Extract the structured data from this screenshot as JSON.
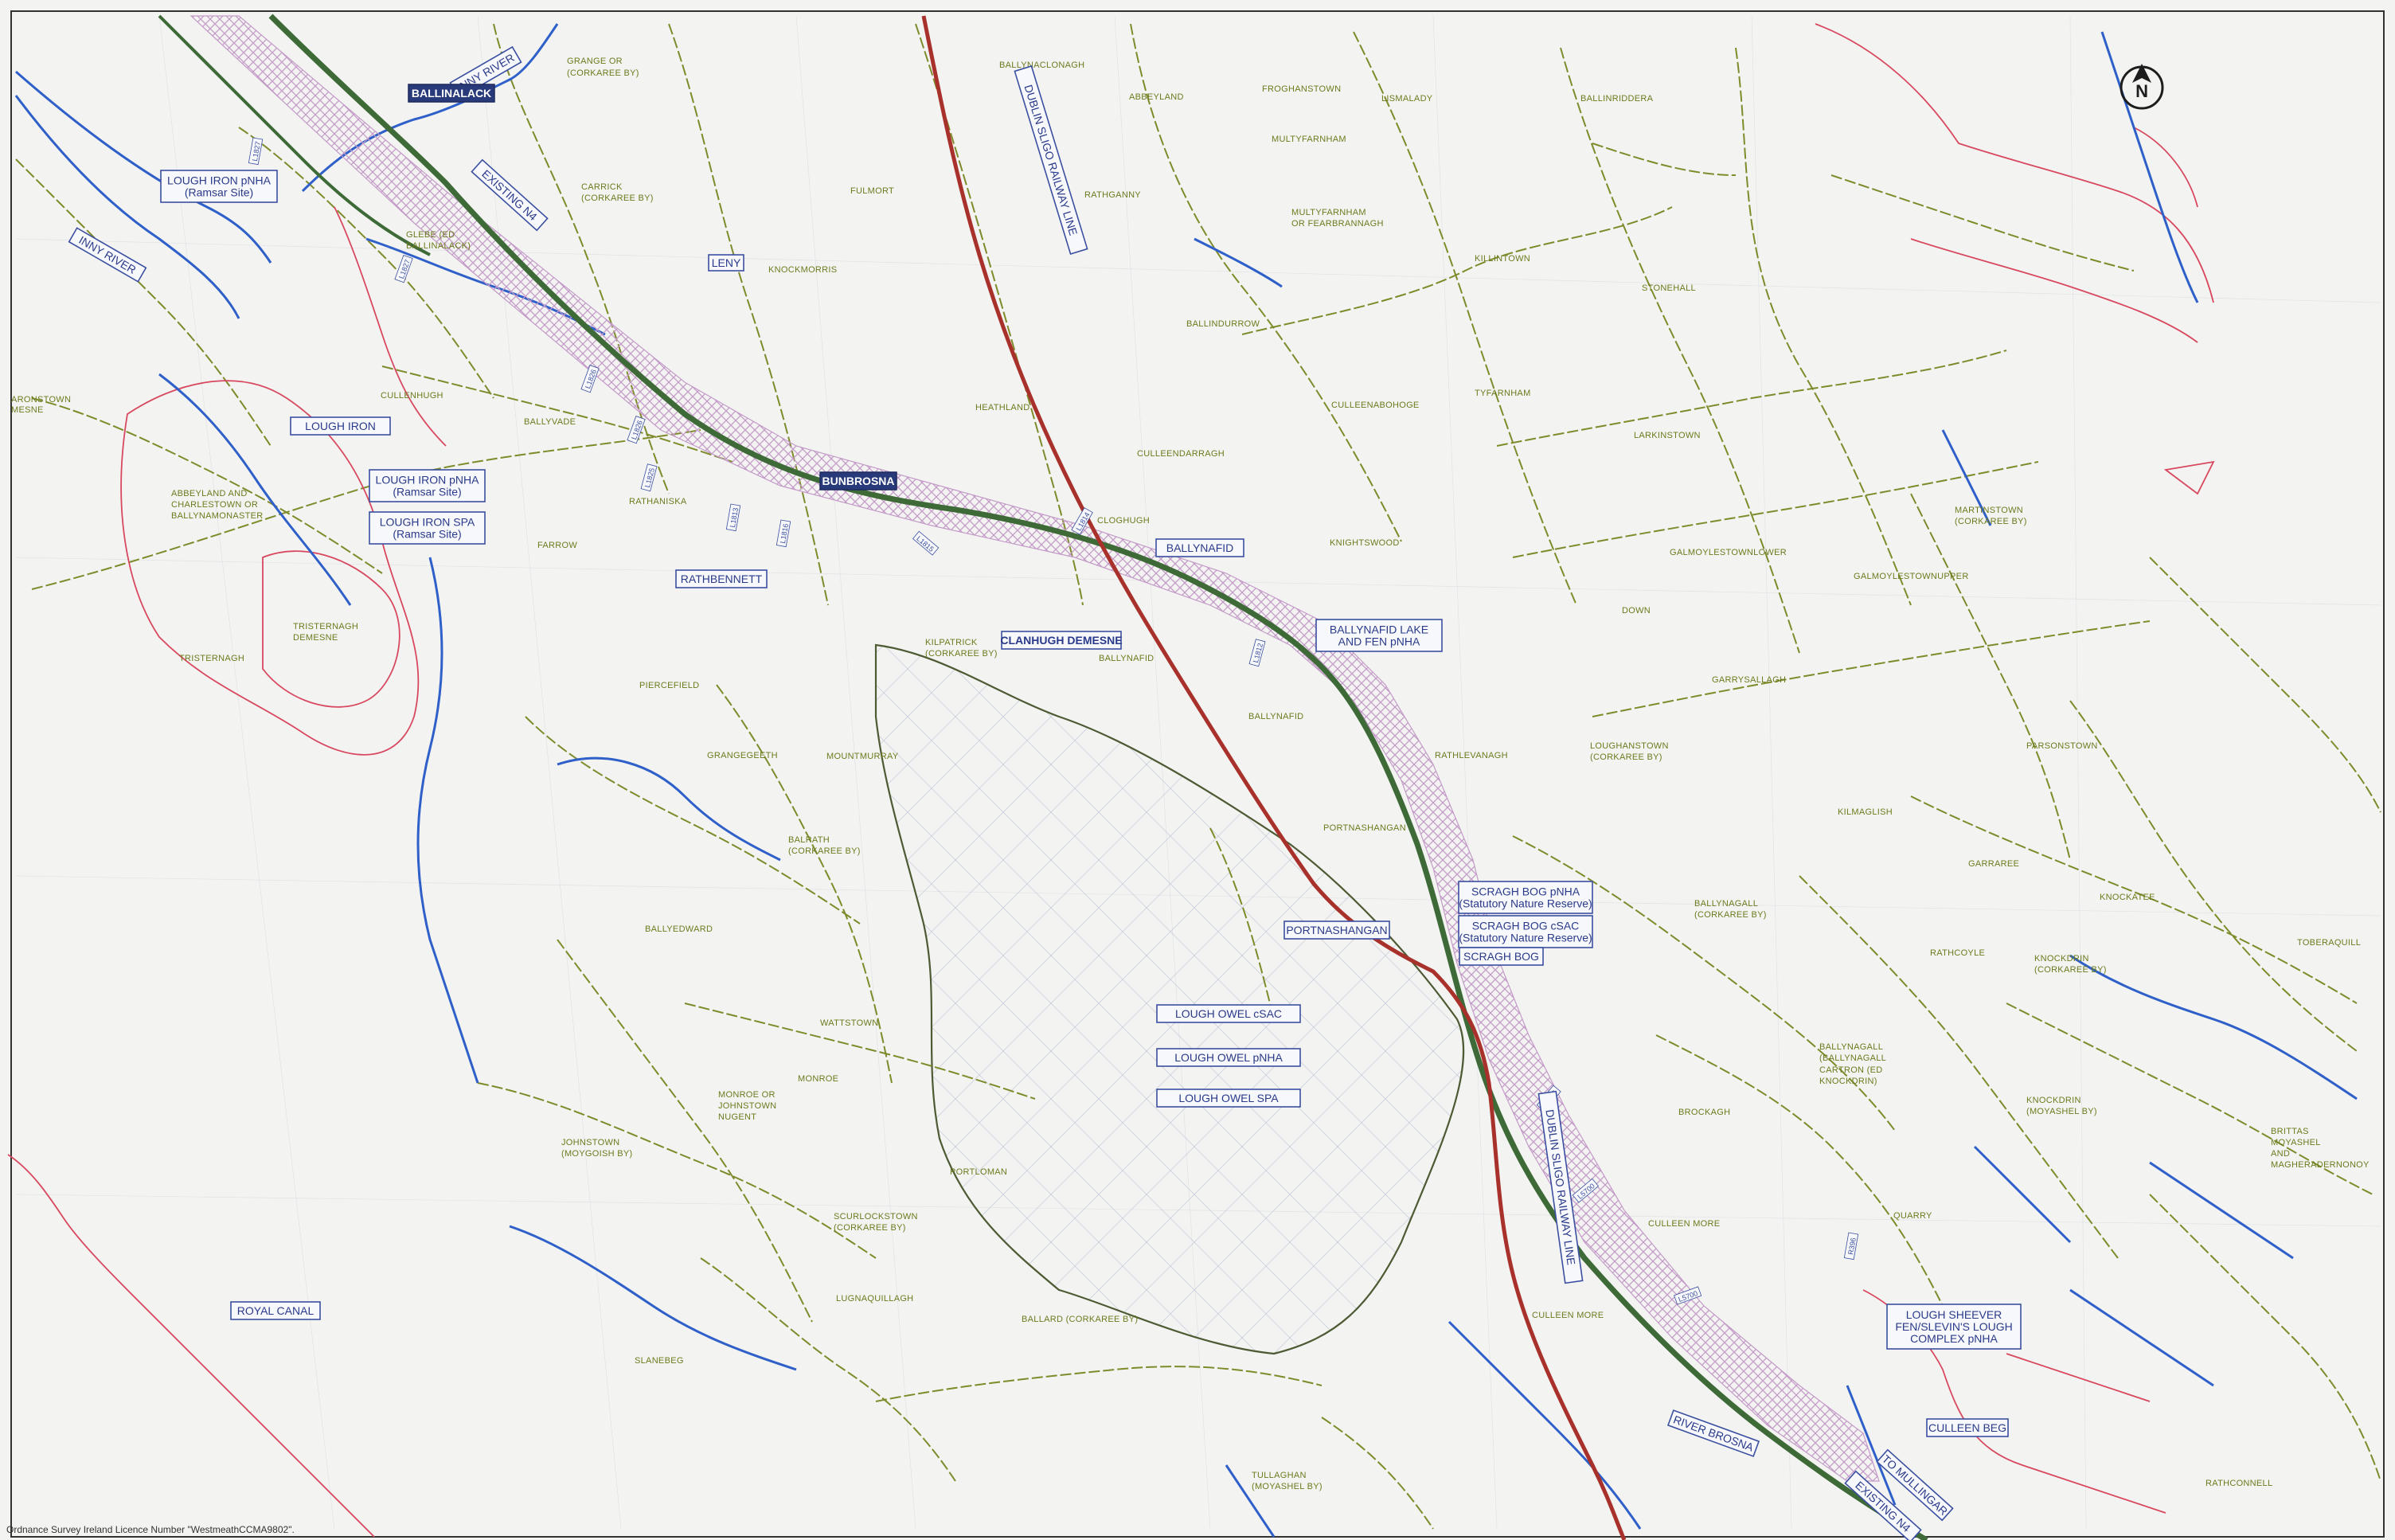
{
  "map": {
    "licence": "Ordnance Survey Ireland Licence Number \"WestmeathCCMA9802\".",
    "colors": {
      "townland_boundary": "#7f8a2a",
      "river": "#2f5fc8",
      "designation_boundary": "#d8485f",
      "railway": "#a8312b",
      "road_corridor": "#3d6a36",
      "hatch": "#c49ac8",
      "label_box": "#3b4fa0"
    },
    "north_label": "N",
    "townlands": [
      {
        "id": "grange",
        "text": "GRANGE OR"
      },
      {
        "id": "grange2",
        "text": "(CORKAREE BY)"
      },
      {
        "id": "ballynaclonagh",
        "text": "BALLYNACLONAGH"
      },
      {
        "id": "abbeyland",
        "text": "ABBEYLAND"
      },
      {
        "id": "froghanstown",
        "text": "FROGHANSTOWN"
      },
      {
        "id": "lismalady",
        "text": "LISMALADY"
      },
      {
        "id": "ballinriddera",
        "text": "BALLINRIDDERA"
      },
      {
        "id": "multyfarnham",
        "text": "MULTYFARNHAM"
      },
      {
        "id": "carrick",
        "text": "CARRICK"
      },
      {
        "id": "carrick2",
        "text": "(CORKAREE BY)"
      },
      {
        "id": "fulmort",
        "text": "FULMORT"
      },
      {
        "id": "rathganny",
        "text": "RATHGANNY"
      },
      {
        "id": "multyfear",
        "text": "MULTYFARNHAM"
      },
      {
        "id": "multyfear2",
        "text": "OR FEARBRANNAGH"
      },
      {
        "id": "glebe",
        "text": "GLEBE (ED"
      },
      {
        "id": "glebe2",
        "text": "BALLINALACK)"
      },
      {
        "id": "knockmorris",
        "text": "KNOCKMORRIS"
      },
      {
        "id": "killintown",
        "text": "KILLINTOWN"
      },
      {
        "id": "stonehall",
        "text": "STONEHALL"
      },
      {
        "id": "ballindurrow",
        "text": "BALLINDURROW"
      },
      {
        "id": "aronstown",
        "text": "ARONSTOWN"
      },
      {
        "id": "aronstown2",
        "text": "MESNE"
      },
      {
        "id": "cullenhugh",
        "text": "CULLENHUGH"
      },
      {
        "id": "heathland",
        "text": "HEATHLAND"
      },
      {
        "id": "culleenabohoge",
        "text": "CULLEENABOHOGE"
      },
      {
        "id": "tyfarnham",
        "text": "TYFARNHAM"
      },
      {
        "id": "ballyvade",
        "text": "BALLYVADE"
      },
      {
        "id": "larkinstown",
        "text": "LARKINSTOWN"
      },
      {
        "id": "culleendarragh",
        "text": "CULLEENDARRAGH"
      },
      {
        "id": "abbeyland2",
        "text": "ABBEYLAND AND"
      },
      {
        "id": "abbeyland3",
        "text": "CHARLESTOWN OR"
      },
      {
        "id": "abbeyland4",
        "text": "BALLYNAMONASTER"
      },
      {
        "id": "rathaniska",
        "text": "RATHANISKA"
      },
      {
        "id": "cloghugh",
        "text": "CLOGHUGH"
      },
      {
        "id": "martinstown",
        "text": "MARTINSTOWN"
      },
      {
        "id": "martinstown2",
        "text": "(CORKAREE BY)"
      },
      {
        "id": "farrow",
        "text": "FARROW"
      },
      {
        "id": "knightswood",
        "text": "KNIGHTSWOOD"
      },
      {
        "id": "galmoylower",
        "text": "GALMOYLESTOWNLOWER"
      },
      {
        "id": "galmoyupper",
        "text": "GALMOYLESTOWNUPPER"
      },
      {
        "id": "tristernagh",
        "text": "TRISTERNAGH"
      },
      {
        "id": "tristernagh2",
        "text": "DEMESNE"
      },
      {
        "id": "down",
        "text": "DOWN"
      },
      {
        "id": "tristernagh3",
        "text": "TRISTERNAGH"
      },
      {
        "id": "kilpatrick",
        "text": "KILPATRICK"
      },
      {
        "id": "kilpatrick2",
        "text": "(CORKAREE BY)"
      },
      {
        "id": "ballynafid1",
        "text": "BALLYNAFID"
      },
      {
        "id": "garrysallagh",
        "text": "GARRYSALLAGH"
      },
      {
        "id": "piercefield",
        "text": "PIERCEFIELD"
      },
      {
        "id": "ballynafid2",
        "text": "BALLYNAFID"
      },
      {
        "id": "rathlevanagh",
        "text": "RATHLEVANAGH"
      },
      {
        "id": "loughanstown",
        "text": "LOUGHANSTOWN"
      },
      {
        "id": "loughanstown2",
        "text": "(CORKAREE BY)"
      },
      {
        "id": "parsonstown",
        "text": "PARSONSTOWN"
      },
      {
        "id": "grangegeeth",
        "text": "GRANGEGEETH"
      },
      {
        "id": "mountmurray",
        "text": "MOUNTMURRAY"
      },
      {
        "id": "kilmaglish",
        "text": "KILMAGLISH"
      },
      {
        "id": "portnashangan",
        "text": "PORTNASHANGAN"
      },
      {
        "id": "balrath",
        "text": "BALRATH"
      },
      {
        "id": "balrath2",
        "text": "(CORKAREE BY)"
      },
      {
        "id": "garraree",
        "text": "GARRAREE"
      },
      {
        "id": "ballyedward",
        "text": "BALLYEDWARD"
      },
      {
        "id": "ballynagall",
        "text": "BALLYNAGALL"
      },
      {
        "id": "ballynagall2",
        "text": "(CORKAREE BY)"
      },
      {
        "id": "knockatee",
        "text": "KNOCKATEE"
      },
      {
        "id": "toberaquill",
        "text": "TOBERAQUILL"
      },
      {
        "id": "rathcoyle",
        "text": "RATHCOYLE"
      },
      {
        "id": "knockdrin",
        "text": "KNOCKDRIN"
      },
      {
        "id": "knockdrin2",
        "text": "(CORKAREE BY)"
      },
      {
        "id": "wattstown",
        "text": "WATTSTOWN"
      },
      {
        "id": "monroe",
        "text": "MONROE"
      },
      {
        "id": "monroe2",
        "text": "MONROE OR"
      },
      {
        "id": "monroe3",
        "text": "JOHNSTOWN"
      },
      {
        "id": "monroe4",
        "text": "NUGENT"
      },
      {
        "id": "ballynagall3",
        "text": "BALLYNAGALL"
      },
      {
        "id": "ballynagall4",
        "text": "(BALLYNAGALL"
      },
      {
        "id": "ballynagall5",
        "text": "CARTRON (ED"
      },
      {
        "id": "ballynagall6",
        "text": "KNOCKDRIN)"
      },
      {
        "id": "brockagh",
        "text": "BROCKAGH"
      },
      {
        "id": "knockdrin3",
        "text": "KNOCKDRIN"
      },
      {
        "id": "knockdrin4",
        "text": "(MOYASHEL BY)"
      },
      {
        "id": "johnstown",
        "text": "JOHNSTOWN"
      },
      {
        "id": "johnstown2",
        "text": "(MOYGOISH BY)"
      },
      {
        "id": "portloman",
        "text": "PORTLOMAN"
      },
      {
        "id": "brittas",
        "text": "BRITTAS"
      },
      {
        "id": "brittas2",
        "text": "MOYASHEL"
      },
      {
        "id": "brittas3",
        "text": "AND"
      },
      {
        "id": "brittas4",
        "text": "MAGHERADERNONOY"
      },
      {
        "id": "quarry",
        "text": "QUARRY"
      },
      {
        "id": "scurlock",
        "text": "SCURLOCKSTOWN"
      },
      {
        "id": "scurlock2",
        "text": "(CORKAREE BY)"
      },
      {
        "id": "culleenmore1",
        "text": "CULLEEN MORE"
      },
      {
        "id": "lugnaquillagh",
        "text": "LUGNAQUILLAGH"
      },
      {
        "id": "ballard",
        "text": "BALLARD (CORKAREE BY)"
      },
      {
        "id": "culleenmore2",
        "text": "CULLEEN MORE"
      },
      {
        "id": "slanebeg",
        "text": "SLANEBEG"
      },
      {
        "id": "tullaghan",
        "text": "TULLAGHAN"
      },
      {
        "id": "tullaghan2",
        "text": "(MOYASHEL BY)"
      },
      {
        "id": "rathconnell",
        "text": "RATHCONNELL"
      }
    ],
    "boxes": [
      {
        "id": "inny_river_top",
        "lines": [
          "INNY RIVER"
        ]
      },
      {
        "id": "ballinalack",
        "lines": [
          "BALLINALACK"
        ],
        "dark": true
      },
      {
        "id": "lough_iron_pnha1",
        "lines": [
          "LOUGH IRON pNHA",
          "(Ramsar Site)"
        ]
      },
      {
        "id": "existing_n4_top",
        "lines": [
          "EXISTING N4"
        ]
      },
      {
        "id": "inny_river_left",
        "lines": [
          "INNY RIVER"
        ]
      },
      {
        "id": "leny",
        "lines": [
          "LENY"
        ]
      },
      {
        "id": "railway_top",
        "lines": [
          "DUBLIN SLIGO RAILWAY LINE"
        ]
      },
      {
        "id": "lough_iron",
        "lines": [
          "LOUGH IRON"
        ]
      },
      {
        "id": "lough_iron_pnha2",
        "lines": [
          "LOUGH IRON pNHA",
          "(Ramsar Site)"
        ]
      },
      {
        "id": "lough_iron_spa",
        "lines": [
          "LOUGH IRON SPA",
          "(Ramsar Site)"
        ]
      },
      {
        "id": "bunbrosna",
        "lines": [
          "BUNBROSNA"
        ],
        "dark": true
      },
      {
        "id": "ballynafid_box",
        "lines": [
          "BALLYNAFID"
        ]
      },
      {
        "id": "rathbennett",
        "lines": [
          "RATHBENNETT"
        ]
      },
      {
        "id": "ballynafid_lake",
        "lines": [
          "BALLYNAFID LAKE",
          "AND FEN pNHA"
        ]
      },
      {
        "id": "clanhugh",
        "lines": [
          "CLANHUGH DEMESNE"
        ],
        "bold": true
      },
      {
        "id": "scragh_pnha",
        "lines": [
          "SCRAGH BOG pNHA",
          "(Statutory Nature Reserve)"
        ]
      },
      {
        "id": "scragh_csac",
        "lines": [
          "SCRAGH BOG cSAC",
          "(Statutory Nature Reserve)"
        ]
      },
      {
        "id": "portnashangan_box",
        "lines": [
          "PORTNASHANGAN"
        ]
      },
      {
        "id": "scragh_bog",
        "lines": [
          "SCRAGH BOG"
        ]
      },
      {
        "id": "lough_owel_csac",
        "lines": [
          "LOUGH OWEL cSAC"
        ]
      },
      {
        "id": "lough_owel_pnha",
        "lines": [
          "LOUGH OWEL pNHA"
        ]
      },
      {
        "id": "lough_owel_spa",
        "lines": [
          "LOUGH OWEL SPA"
        ]
      },
      {
        "id": "railway_bottom",
        "lines": [
          "DUBLIN SLIGO RAILWAY LINE"
        ]
      },
      {
        "id": "lough_sheever",
        "lines": [
          "LOUGH SHEEVER",
          "FEN/SLEVIN'S LOUGH",
          "COMPLEX pNHA"
        ]
      },
      {
        "id": "royal_canal",
        "lines": [
          "ROYAL CANAL"
        ]
      },
      {
        "id": "culleen_beg",
        "lines": [
          "CULLEEN BEG"
        ]
      },
      {
        "id": "river_brosna",
        "lines": [
          "RIVER BROSNA"
        ]
      },
      {
        "id": "to_mullingar",
        "lines": [
          "TO MULLINGAR"
        ]
      },
      {
        "id": "existing_n4_bottom",
        "lines": [
          "EXISTING N4"
        ]
      }
    ],
    "road_labels": [
      {
        "id": "r1",
        "text": "L1827"
      },
      {
        "id": "r2",
        "text": "L1827"
      },
      {
        "id": "r3",
        "text": "L1826"
      },
      {
        "id": "r4",
        "text": "L1826"
      },
      {
        "id": "r5",
        "text": "L1825"
      },
      {
        "id": "r6",
        "text": "L1813"
      },
      {
        "id": "r7",
        "text": "L1816"
      },
      {
        "id": "r8",
        "text": "L1815"
      },
      {
        "id": "r9",
        "text": "L1814"
      },
      {
        "id": "r10",
        "text": "L1812"
      },
      {
        "id": "r11",
        "text": "L1775"
      },
      {
        "id": "r12",
        "text": "L5700"
      },
      {
        "id": "r13",
        "text": "L5700"
      },
      {
        "id": "r14",
        "text": "R396"
      }
    ]
  }
}
